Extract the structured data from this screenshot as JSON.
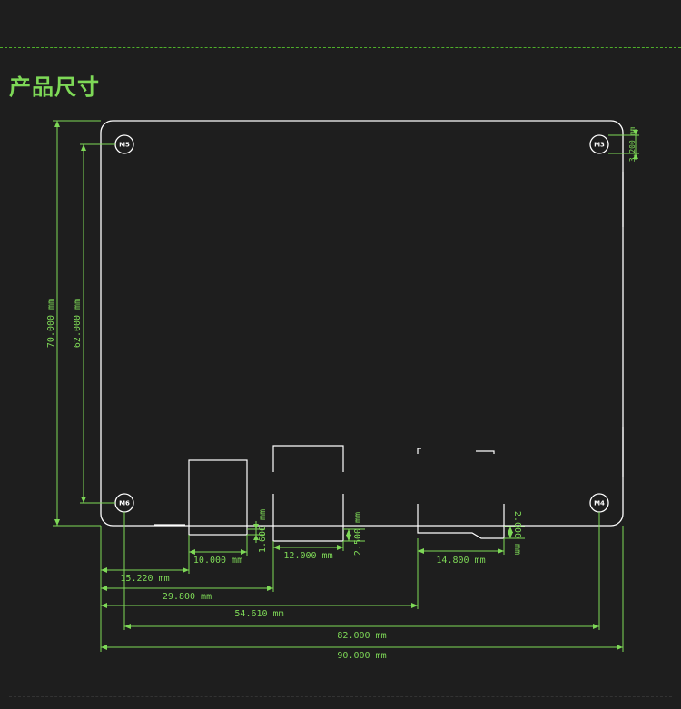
{
  "header": {
    "title": "产品尺寸"
  },
  "holes": {
    "m3": "M3",
    "m4": "M4",
    "m5": "M5",
    "m6": "M6"
  },
  "dimensions": {
    "total_width": "90.000 mm",
    "hole_span_x": "82.000 mm",
    "total_height": "70.000 mm",
    "hole_span_y": "62.000 mm",
    "hole_offset": "3.200 mm",
    "port1_offset": "15.220 mm",
    "port2_offset": "29.800 mm",
    "port3_offset": "54.610 mm",
    "port1_width": "10.000 mm",
    "port2_width": "12.000 mm",
    "port3_width": "14.800 mm",
    "port1_protrusion": "1.600 mm",
    "port2_protrusion": "2.500 mm",
    "port3_protrusion": "2.000 mm"
  },
  "colors": {
    "background": "#1e1e1e",
    "accent": "#7ed957",
    "outline": "#ffffff"
  }
}
